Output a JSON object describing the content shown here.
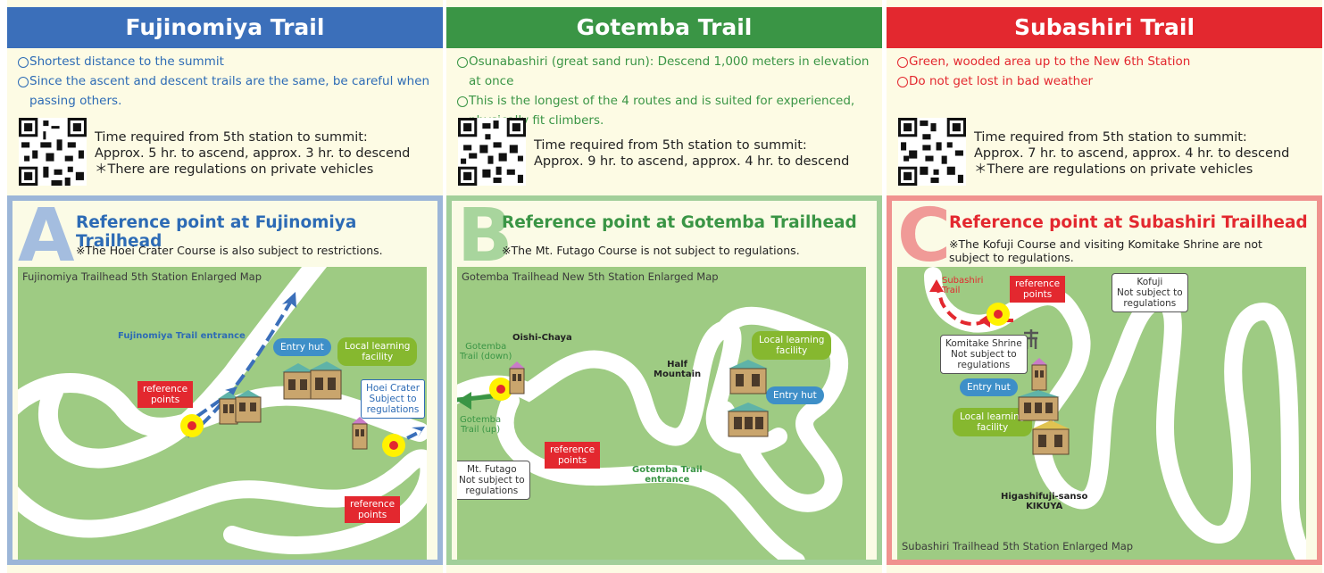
{
  "colors": {
    "fujinomiya": "#3b6fba",
    "gotemba": "#3a9545",
    "subashiri": "#e3282f",
    "map_green": "#9ecb83",
    "road": "#ffffff",
    "reference_dot": "#fff200"
  },
  "fujinomiya": {
    "title": "Fujinomiya Trail",
    "notes": [
      "Shortest distance to the summit",
      "Since the ascent and descent trails are the same, be careful when passing others."
    ],
    "time_lines": [
      "Time required from 5th station to summit:",
      "Approx. 5 hr. to ascend, approx. 3 hr. to descend",
      "＊There are regulations on private vehicles"
    ],
    "panel": {
      "letter": "A",
      "title": "Reference point at Fujinomiya Trailhead",
      "note": "※The Hoei Crater Course is also subject to restrictions.",
      "map_label": "Fujinomiya Trailhead 5th Station Enlarged Map",
      "trail_entrance": "Fujinomiya Trail entrance",
      "entry_hut": "Entry hut",
      "local_learning": "Local learning\nfacility",
      "hoei": "Hoei Crater\nSubject to\nregulations",
      "ref1": "reference\npoints",
      "ref2": "reference\npoints"
    }
  },
  "gotemba": {
    "title": "Gotemba Trail",
    "notes": [
      "Osunabashiri (great sand run): Descend 1,000 meters in elevation at once",
      "This is the longest of the 4 routes and is suited for experienced, physically fit climbers."
    ],
    "time_lines": [
      "Time required from 5th station to summit:",
      "Approx. 9 hr. to ascend, approx. 4 hr. to descend"
    ],
    "panel": {
      "letter": "B",
      "title": "Reference point at Gotemba Trailhead",
      "note": "※The Mt. Futago Course is not subject to regulations.",
      "map_label": "Gotemba Trailhead New 5th Station Enlarged Map",
      "oishi": "Oishi-Chaya",
      "trail_down": "Gotemba\nTrail (down)",
      "trail_up": "Gotemba\nTrail (up)",
      "half_mountain": "Half\nMountain",
      "local_learning": "Local learning\nfacility",
      "entry_hut": "Entry hut",
      "ref": "reference\npoints",
      "futago": "Mt. Futago\nNot subject to\nregulations",
      "entrance": "Gotemba Trail\nentrance"
    }
  },
  "subashiri": {
    "title": "Subashiri Trail",
    "notes": [
      "Green, wooded area up to the New 6th Station",
      "Do not get lost in bad weather"
    ],
    "time_lines": [
      "Time required from 5th station to summit:",
      "Approx. 7 hr. to ascend, approx. 4 hr. to descend",
      "＊There are regulations on private vehicles"
    ],
    "panel": {
      "letter": "C",
      "title": "Reference point at Subashiri Trailhead",
      "note": "※The Kofuji Course and visiting Komitake Shrine are not subject to regulations.",
      "map_label": "Subashiri Trailhead 5th Station Enlarged Map",
      "subashiri_trail": "Subashiri\nTrail",
      "ref": "reference\npoints",
      "kofuji": "Kofuji\nNot subject to\nregulations",
      "komitake": "Komitake Shrine\nNot subject to\nregulations",
      "entry_hut": "Entry hut",
      "local_learning": "Local learning\nfacility",
      "higashifuji": "Higashifuji-sanso\nKIKUYA"
    }
  }
}
